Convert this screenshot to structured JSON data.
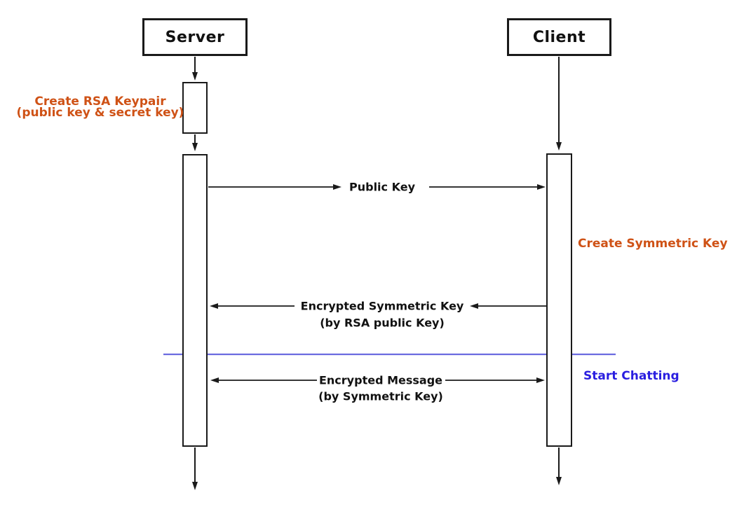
{
  "actors": {
    "server": {
      "label": "Server"
    },
    "client": {
      "label": "Client"
    }
  },
  "notes": {
    "rsa_keypair": {
      "line1": "Create RSA Keypair",
      "line2": "(public key & secret key)",
      "color": "#cf5216"
    },
    "symmetric_key": {
      "label": "Create Symmetric Key",
      "color": "#cf5216"
    }
  },
  "messages": {
    "public_key": {
      "label": "Public Key",
      "from": "Server",
      "to": "Client"
    },
    "encrypted_symmetric_key": {
      "label": "Encrypted Symmetric Key",
      "sublabel": "(by RSA public Key)",
      "from": "Client",
      "to": "Server"
    },
    "encrypted_message": {
      "label": "Encrypted Message",
      "sublabel": "(by Symmetric Key)",
      "direction": "bidirectional"
    }
  },
  "separator": {
    "label": "Start Chatting",
    "line_color": "#6b6be0",
    "text_color": "#2a1ee0"
  },
  "colors": {
    "ink": "#1a1a1a",
    "background": "#ffffff",
    "note_orange": "#cf5216"
  }
}
